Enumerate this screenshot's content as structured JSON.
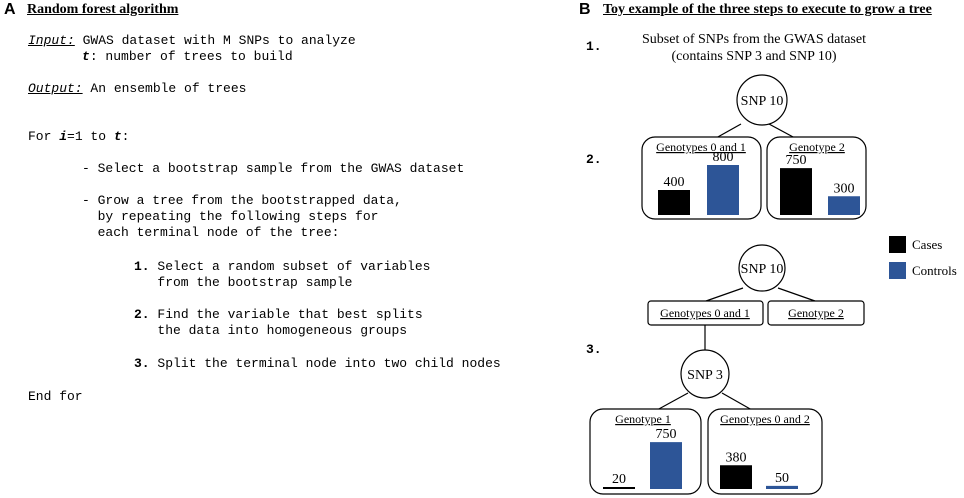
{
  "panel_a": {
    "letter": "A",
    "title": "Random forest algorithm",
    "input_label": "Input:",
    "input_line1": " GWAS dataset with M SNPs to analyze",
    "input_t": "t",
    "input_line2": ": number of trees to build",
    "output_label": "Output:",
    "output_text": " An ensemble of trees",
    "for_pre": "For ",
    "for_i": "i",
    "for_mid": "=1 to ",
    "for_t": "t",
    "for_post": ":",
    "step_bootstrap": "- Select a bootstrap sample from the GWAS dataset",
    "step_grow_1": "- Grow a tree from the bootstrapped data,",
    "step_grow_2": "  by repeating the following steps for",
    "step_grow_3": "  each terminal node of the tree:",
    "sub1_num": "1.",
    "sub1_line1": " Select a random subset of variables",
    "sub1_line2": "   from the bootstrap sample",
    "sub2_num": "2.",
    "sub2_line1": " Find the variable that best splits",
    "sub2_line2": "   the data into homogeneous groups",
    "sub3_num": "3.",
    "sub3_line1": " Split the terminal node into two child nodes",
    "end_for": "End for"
  },
  "panel_b": {
    "letter": "B",
    "title": "Toy example of the three steps to execute to grow a tree",
    "step1_num": "1.",
    "step2_num": "2.",
    "step3_num": "3.",
    "subset_line1": "Subset of SNPs from the GWAS dataset",
    "subset_line2": "(contains SNP 3 and SNP 10)",
    "snp10": "SNP 10",
    "snp3": "SNP 3",
    "genotypes_01": "Genotypes 0 and 1",
    "genotype_2": "Genotype 2",
    "genotype_1": "Genotype 1",
    "genotypes_02": "Genotypes 0 and 2",
    "legend_cases": "Cases",
    "legend_controls": "Controls"
  },
  "colors": {
    "cases": "#000000",
    "controls": "#2d5597"
  },
  "chart_data": [
    {
      "type": "bar",
      "node": "Genotypes 0 and 1",
      "categories": [
        "Cases",
        "Controls"
      ],
      "values": [
        400,
        800
      ]
    },
    {
      "type": "bar",
      "node": "Genotype 2",
      "categories": [
        "Cases",
        "Controls"
      ],
      "values": [
        750,
        300
      ]
    },
    {
      "type": "bar",
      "node": "Genotype 1",
      "categories": [
        "Cases",
        "Controls"
      ],
      "values": [
        20,
        750
      ]
    },
    {
      "type": "bar",
      "node": "Genotypes 0 and 2",
      "categories": [
        "Cases",
        "Controls"
      ],
      "values": [
        380,
        50
      ]
    }
  ]
}
